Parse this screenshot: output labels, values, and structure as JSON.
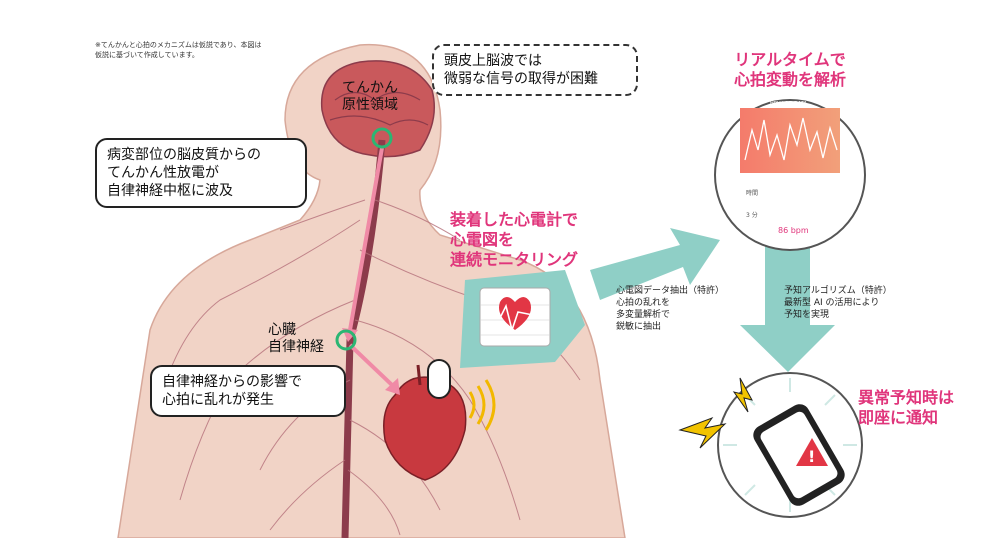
{
  "note": "※てんかんと心拍のメカニズムは仮説であり、本図は\n仮説に基づいて作成しています。",
  "labels": {
    "epilepsy_focus": "てんかん\n原性領域",
    "cardiac_nerve": "心臓\n自律神経"
  },
  "callouts": {
    "eeg": "頭皮上脳波では\n微弱な信号の取得が困難",
    "discharge": "病変部位の脳皮質からの\nてんかん性放電が\n自律神経中枢に波及",
    "influence": "自律神経からの影響で\n心拍に乱れが発生"
  },
  "headings": {
    "monitor": "装着した心電計で\n心電図を\n連続モニタリング",
    "realtime": "リアルタイムで\n心拍変動を解析",
    "notify": "異常予知時は\n即座に通知"
  },
  "steps": {
    "extract": "心電図データ抽出（特許）\n心拍の乱れを\n多変量解析で\n鋭敏に抽出",
    "predict": "予知アルゴリズム（特許）\n最新型 AI の活用により\n予知を実現"
  },
  "watch": {
    "header": "HRV LOG DATA",
    "row1": "時間",
    "row2": "3 分",
    "bpm": "86 bpm"
  },
  "colors": {
    "accent_pink": "#e0357b",
    "arrow_teal": "#8fcfc6",
    "body_skin": "#f1d3c6",
    "nerve": "#8c3b4b",
    "alert_yellow": "#f2c300"
  }
}
